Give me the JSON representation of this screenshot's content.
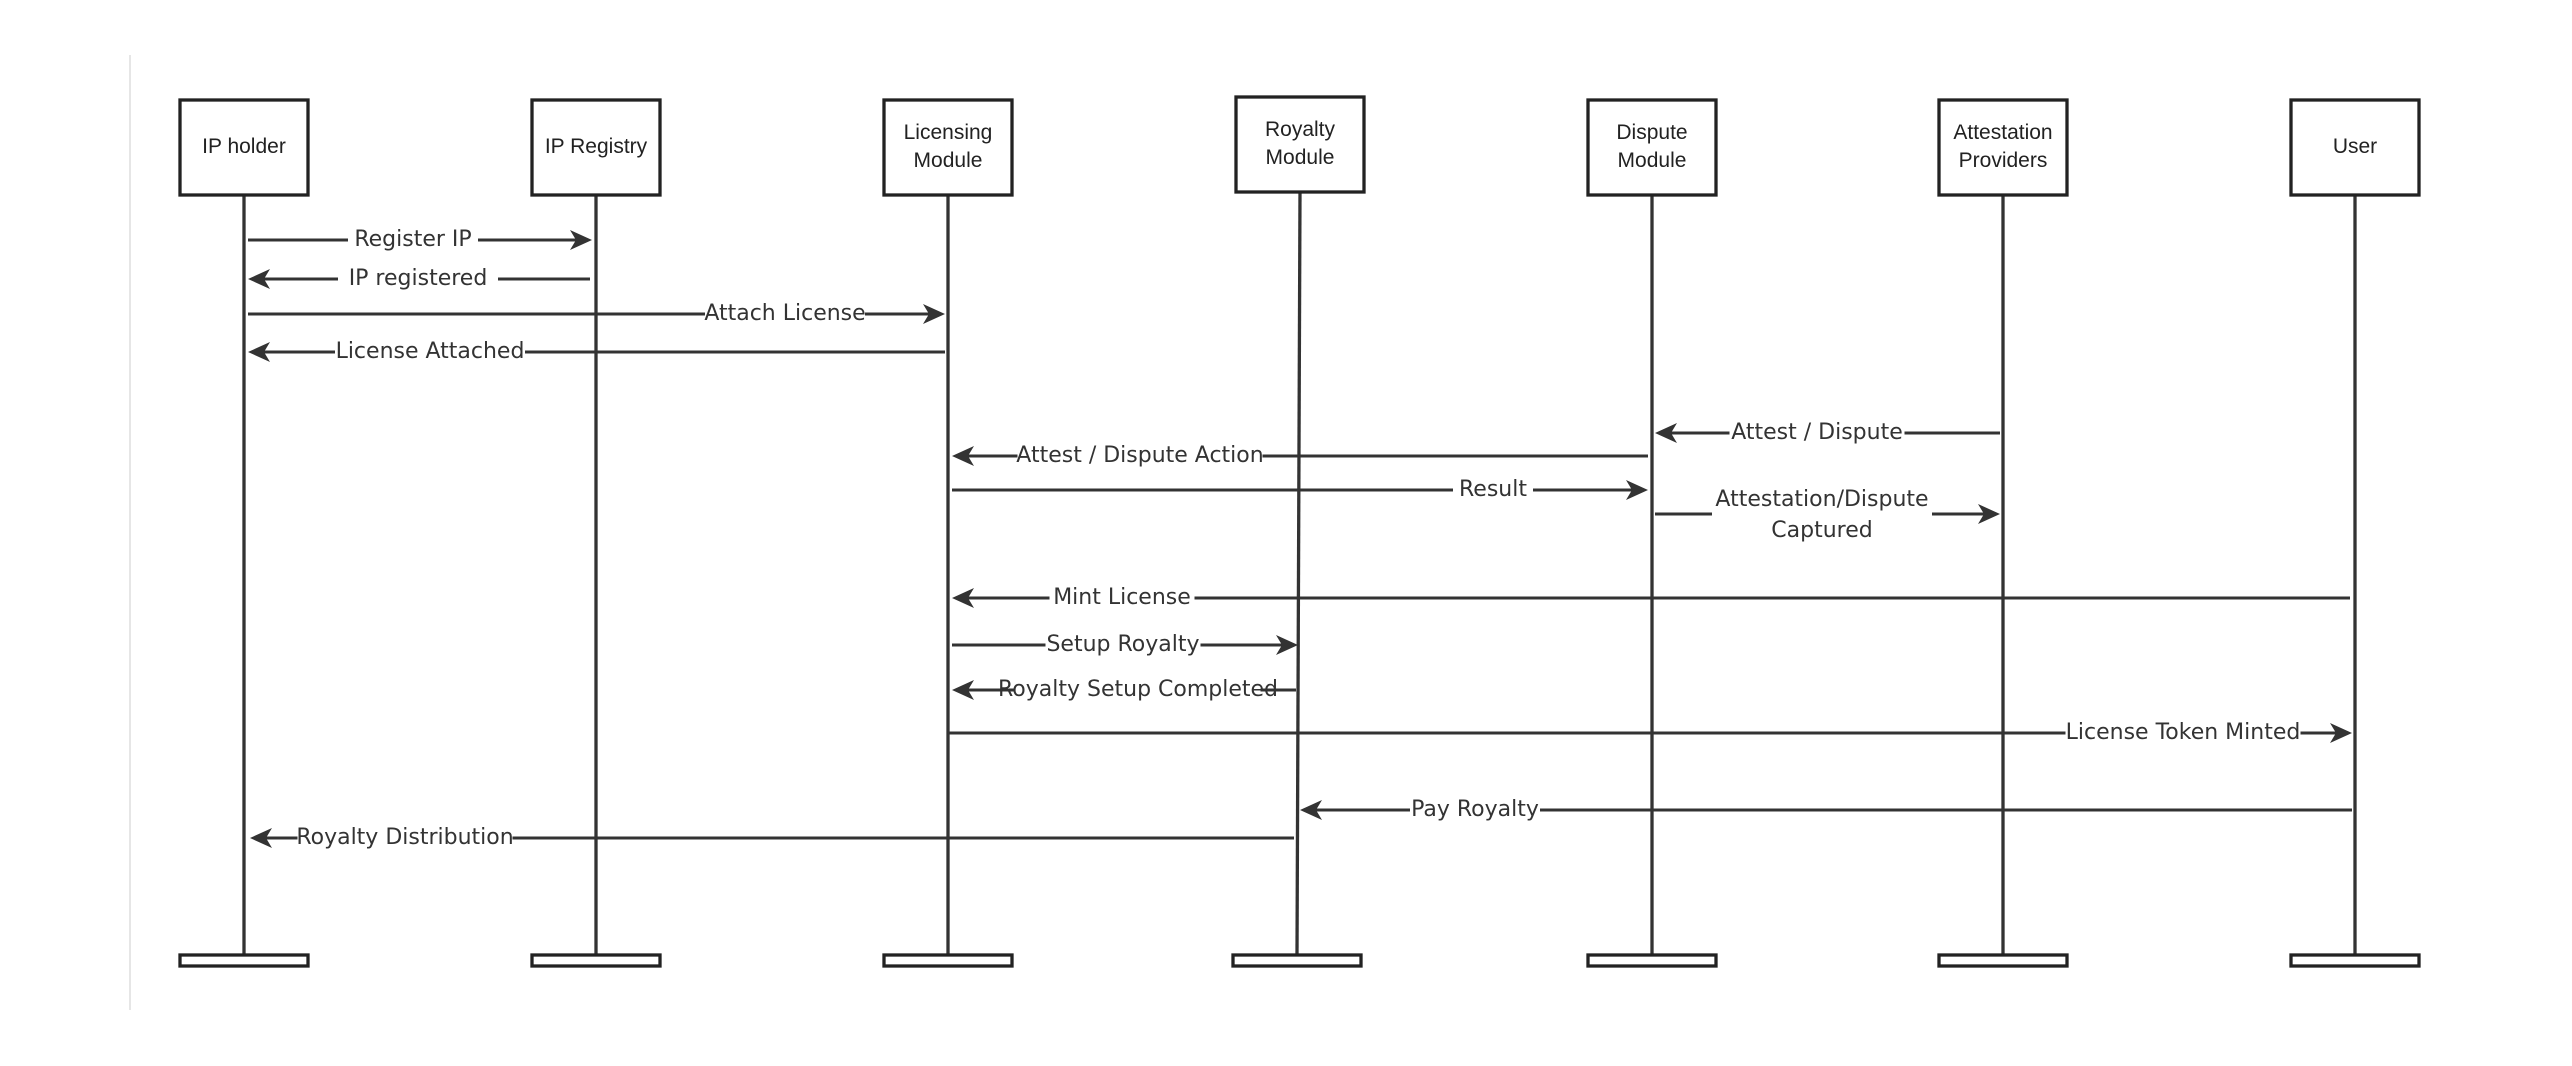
{
  "diagram": {
    "type": "sequence",
    "participants": [
      {
        "id": "ip-holder",
        "label": [
          "IP holder"
        ]
      },
      {
        "id": "ip-registry",
        "label": [
          "IP Registry"
        ]
      },
      {
        "id": "licensing-module",
        "label": [
          "Licensing",
          "Module"
        ]
      },
      {
        "id": "royalty-module",
        "label": [
          "Royalty",
          "Module"
        ]
      },
      {
        "id": "dispute-module",
        "label": [
          "Dispute",
          "Module"
        ]
      },
      {
        "id": "attestation-providers",
        "label": [
          "Attestation",
          "Providers"
        ]
      },
      {
        "id": "user",
        "label": [
          "User"
        ]
      }
    ],
    "messages": [
      {
        "from": "ip-holder",
        "to": "ip-registry",
        "label": [
          "Register IP"
        ]
      },
      {
        "from": "ip-registry",
        "to": "ip-holder",
        "label": [
          "IP registered"
        ]
      },
      {
        "from": "ip-holder",
        "to": "licensing-module",
        "label": [
          "Attach License"
        ]
      },
      {
        "from": "licensing-module",
        "to": "ip-holder",
        "label": [
          "License Attached"
        ]
      },
      {
        "from": "attestation-providers",
        "to": "dispute-module",
        "label": [
          "Attest / Dispute"
        ]
      },
      {
        "from": "dispute-module",
        "to": "licensing-module",
        "label": [
          "Attest / Dispute Action"
        ]
      },
      {
        "from": "licensing-module",
        "to": "dispute-module",
        "label": [
          "Result"
        ]
      },
      {
        "from": "dispute-module",
        "to": "attestation-providers",
        "label": [
          "Attestation/Dispute",
          "Captured"
        ]
      },
      {
        "from": "user",
        "to": "licensing-module",
        "label": [
          "Mint License"
        ]
      },
      {
        "from": "licensing-module",
        "to": "royalty-module",
        "label": [
          "Setup Royalty"
        ]
      },
      {
        "from": "royalty-module",
        "to": "licensing-module",
        "label": [
          "Royalty Setup Completed"
        ]
      },
      {
        "from": "licensing-module",
        "to": "user",
        "label": [
          "License Token Minted"
        ]
      },
      {
        "from": "user",
        "to": "royalty-module",
        "label": [
          "Pay Royalty"
        ]
      },
      {
        "from": "royalty-module",
        "to": "ip-holder",
        "label": [
          "Royalty Distribution"
        ]
      }
    ]
  }
}
